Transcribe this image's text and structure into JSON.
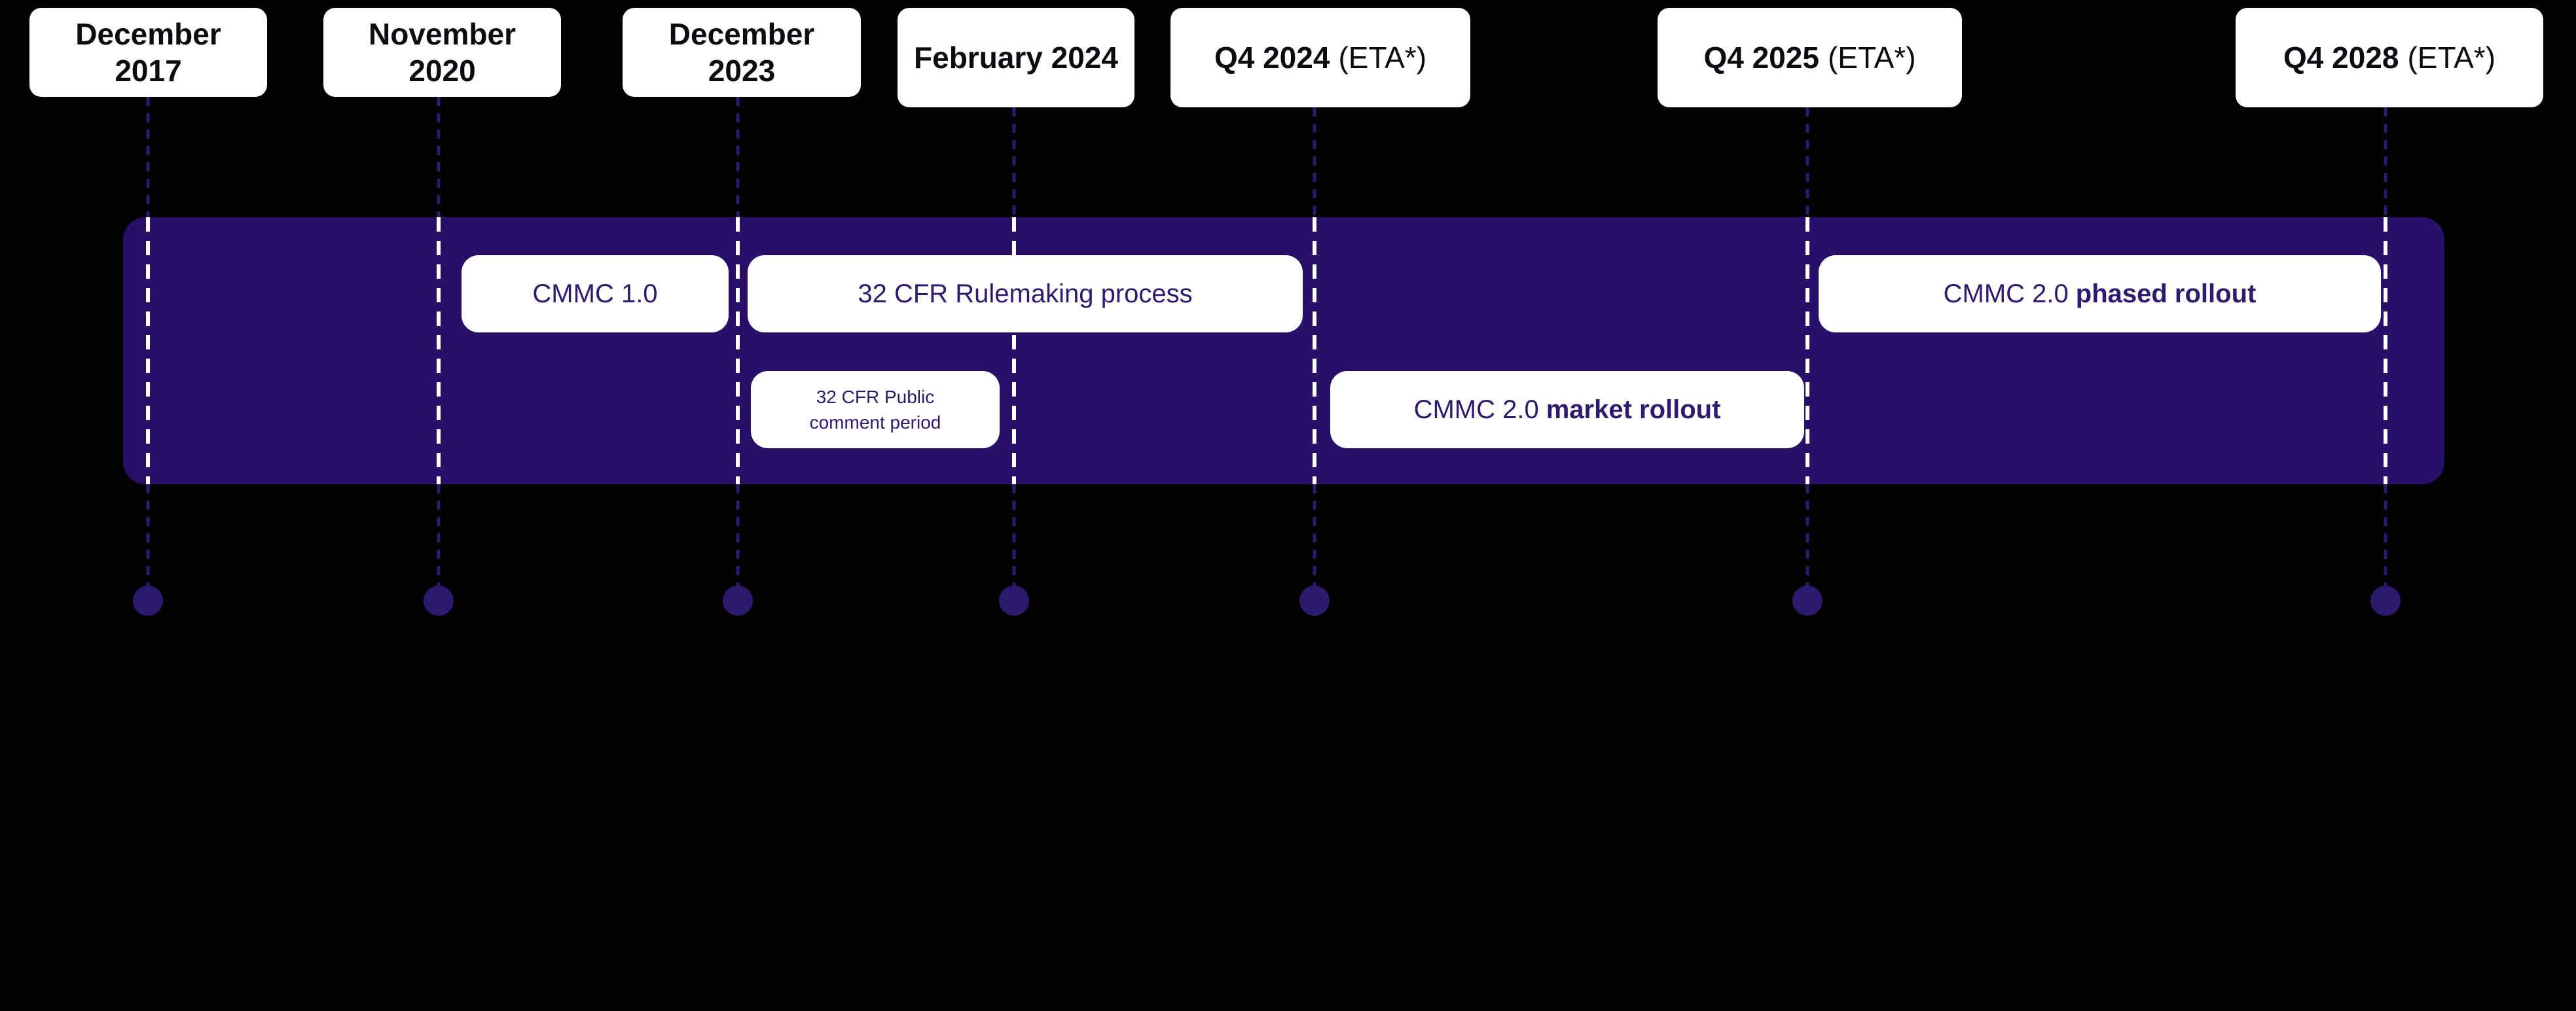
{
  "colors": {
    "background": "#000000",
    "band": "#281069",
    "accent": "#2d196d",
    "box_bg": "#ffffff",
    "date_text": "#0b0b10",
    "phase_text": "#2e1a6e"
  },
  "milestones": [
    {
      "title": "December",
      "subtitle": "2017"
    },
    {
      "title": "November",
      "subtitle": "2020"
    },
    {
      "title": "December",
      "subtitle": "2023"
    },
    {
      "title": "February 2024"
    },
    {
      "title": "Q4 2024",
      "suffix": "(ETA*)"
    },
    {
      "title": "Q4 2025",
      "suffix": "(ETA*)"
    },
    {
      "title": "Q4 2028",
      "suffix": "(ETA*)"
    }
  ],
  "phases": [
    {
      "text": "CMMC 1.0"
    },
    {
      "text": "32 CFR Rulemaking process"
    },
    {
      "prefix": "CMMC 2.0",
      "bold": "phased rollout"
    },
    {
      "line1": "32 CFR Public",
      "line2": "comment period"
    },
    {
      "prefix": "CMMC 2.0",
      "bold": "market rollout"
    }
  ]
}
